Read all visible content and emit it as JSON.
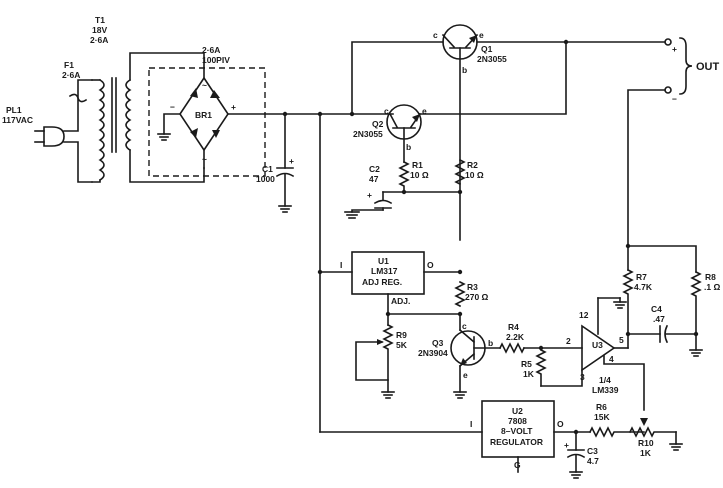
{
  "components": {
    "pl1": {
      "ref": "PL1",
      "value": "117VAC"
    },
    "f1": {
      "ref": "F1",
      "value": "2·6A"
    },
    "t1": {
      "ref": "T1",
      "v1": "18V",
      "v2": "2·6A"
    },
    "br1": {
      "ref": "BR1",
      "v1": "2·6A",
      "v2": "100PIV"
    },
    "c1": {
      "ref": "C1",
      "value": "1000"
    },
    "c2": {
      "ref": "C2",
      "value": "47"
    },
    "c3": {
      "ref": "C3",
      "value": "4.7"
    },
    "c4": {
      "ref": "C4",
      "value": ".47"
    },
    "q1": {
      "ref": "Q1",
      "value": "2N3055"
    },
    "q2": {
      "ref": "Q2",
      "value": "2N3055"
    },
    "q3": {
      "ref": "Q3",
      "value": "2N3904"
    },
    "r1": {
      "ref": "R1",
      "value": "10 Ω"
    },
    "r2": {
      "ref": "R2",
      "value": "10 Ω"
    },
    "r3": {
      "ref": "R3",
      "value": "270 Ω"
    },
    "r4": {
      "ref": "R4",
      "value": "2.2K"
    },
    "r5": {
      "ref": "R5",
      "value": "1K"
    },
    "r6": {
      "ref": "R6",
      "value": "15K"
    },
    "r7": {
      "ref": "R7",
      "value": "4.7K"
    },
    "r8": {
      "ref": "R8",
      "value": ".1 Ω"
    },
    "r9": {
      "ref": "R9",
      "value": "5K"
    },
    "r10": {
      "ref": "R10",
      "value": "1K"
    },
    "u1": {
      "ref": "U1",
      "l1": "LM317",
      "l2": "ADJ REG.",
      "pin_i": "I",
      "pin_o": "O",
      "pin_adj": "ADJ."
    },
    "u2": {
      "ref": "U2",
      "l1": "7808",
      "l2": "8–VOLT",
      "l3": "REGULATOR",
      "pin_i": "I",
      "pin_o": "O",
      "pin_g": "G"
    },
    "u3": {
      "ref": "U3",
      "part": "1/4",
      "value": "LM339",
      "pins": [
        "12",
        "2",
        "3",
        "5",
        "4"
      ]
    }
  },
  "pins": {
    "c": "c",
    "b": "b",
    "e": "e",
    "plus": "+",
    "minus": "−",
    "tilde": "~"
  },
  "output": {
    "label": "OUT",
    "plus": "+",
    "minus": "−"
  }
}
